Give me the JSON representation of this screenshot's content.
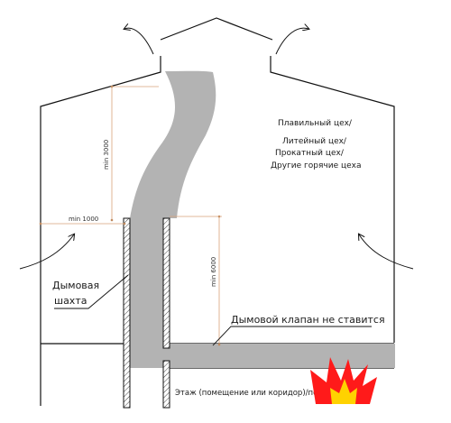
{
  "labels": {
    "workshop_line1": "Плавильный цех/",
    "workshop_line2": "Литейный цех/",
    "workshop_line3": "Прокатный цех/",
    "workshop_line4": "Другие горячие цеха",
    "shaft_line1": "Дымовая",
    "shaft_line2": "шахта",
    "valve_note": "Дымовой клапан не ставится",
    "floor_note": "Этаж (помещение или коридор)/подвал"
  },
  "dimensions": {
    "top_height": "min 3000",
    "side_offset": "min 1000",
    "right_height": "min 6000"
  },
  "colors": {
    "smoke": "#b3b3b3",
    "outline": "#111111",
    "dimension": "#d9a37a",
    "fire_red": "#ff1a1a",
    "fire_yellow": "#ffd200",
    "text": "#1a1a1a"
  },
  "icons": [
    "airflow-arrow",
    "fire-icon",
    "hatched-wall"
  ]
}
